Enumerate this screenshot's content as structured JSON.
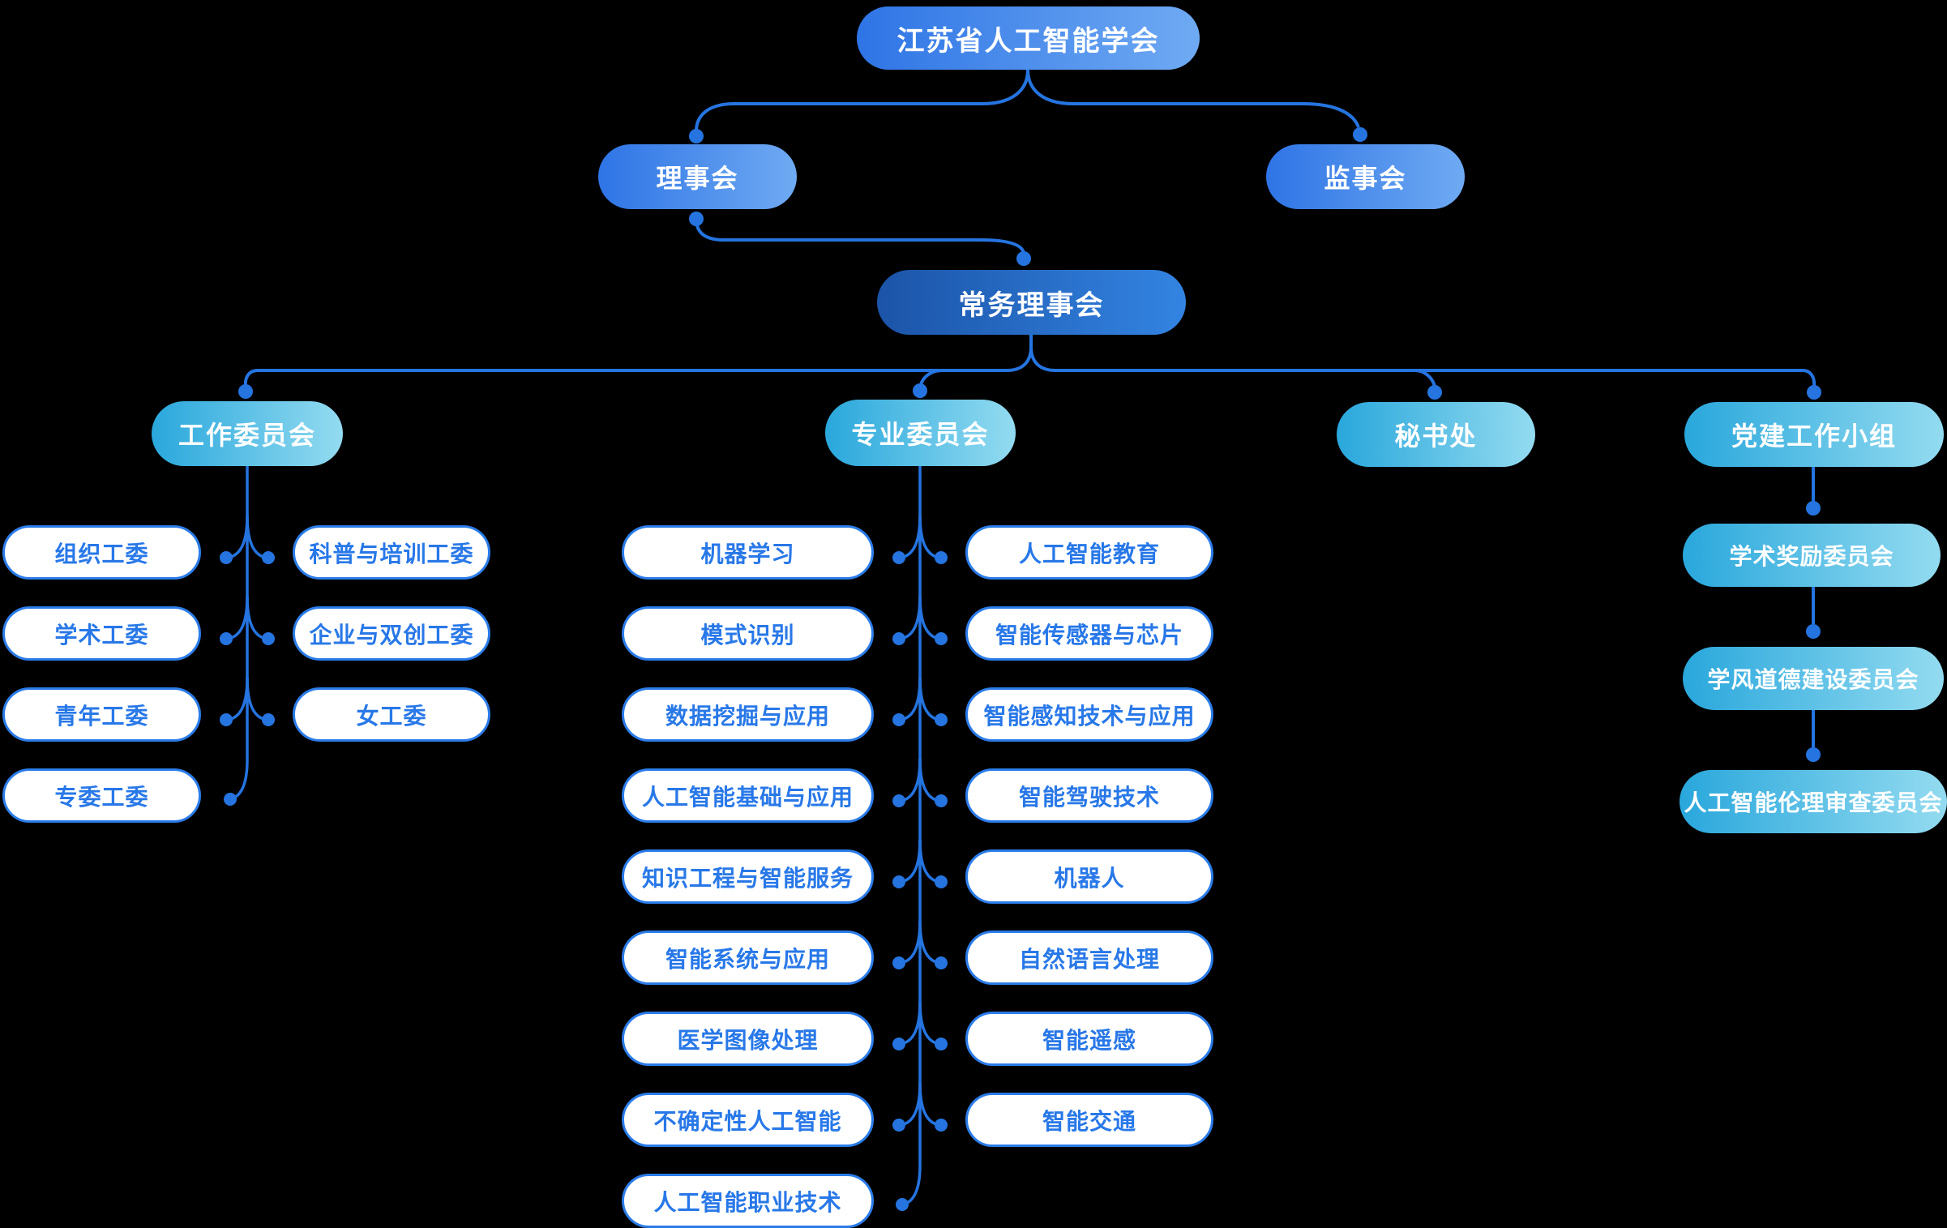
{
  "colors": {
    "background": "#000000",
    "connector": "#2574E0",
    "node_blue_start": "#2E74E5",
    "node_blue_end": "#6FAAF3",
    "node_dark_start": "#1B54A8",
    "node_dark_end": "#3384E2",
    "node_cyan_start": "#29A7DC",
    "node_cyan_end": "#93DBF0",
    "pill_border": "#2B7CE9",
    "pill_text": "#2878E8",
    "node_text": "#FFFFFF"
  },
  "chart": {
    "root": {
      "label": "江苏省人工智能学会"
    },
    "board": {
      "label": "理事会"
    },
    "supervisory": {
      "label": "监事会"
    },
    "standing": {
      "label": "常务理事会"
    },
    "branches": [
      {
        "label": "工作委员会"
      },
      {
        "label": "专业委员会"
      },
      {
        "label": "秘书处"
      },
      {
        "label": "党建工作小组"
      }
    ],
    "work_left": [
      "组织工委",
      "学术工委",
      "青年工委",
      "专委工委"
    ],
    "work_right": [
      "科普与培训工委",
      "企业与双创工委",
      "女工委"
    ],
    "special_left": [
      "机器学习",
      "模式识别",
      "数据挖掘与应用",
      "人工智能基础与应用",
      "知识工程与智能服务",
      "智能系统与应用",
      "医学图像处理",
      "不确定性人工智能",
      "人工智能职业技术"
    ],
    "special_right": [
      "人工智能教育",
      "智能传感器与芯片",
      "智能感知技术与应用",
      "智能驾驶技术",
      "机器人",
      "自然语言处理",
      "智能遥感",
      "智能交通"
    ],
    "party": [
      "学术奖励委员会",
      "学风道德建设委员会",
      "人工智能伦理审查委员会"
    ]
  }
}
